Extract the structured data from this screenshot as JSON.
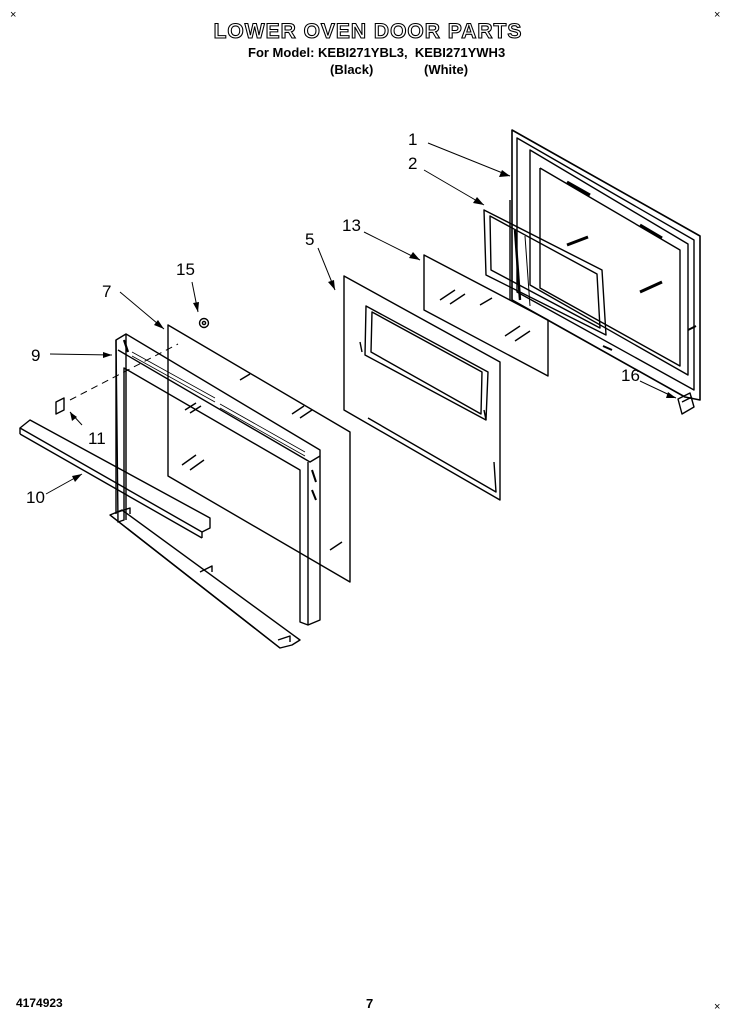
{
  "header": {
    "title": "LOWER OVEN DOOR PARTS",
    "models_line": "For Model: KEBI271YBL3,  KEBI271YWH3",
    "black_label": "(Black)",
    "white_label": "(White)"
  },
  "footer": {
    "doc_number": "4174923",
    "page_number": "7"
  },
  "callouts": {
    "c1": "1",
    "c2": "2",
    "c5": "5",
    "c7": "7",
    "c9": "9",
    "c10": "10",
    "c11": "11",
    "c13": "13",
    "c15": "15",
    "c16": "16"
  },
  "corner_marks": {
    "mark": "×"
  }
}
